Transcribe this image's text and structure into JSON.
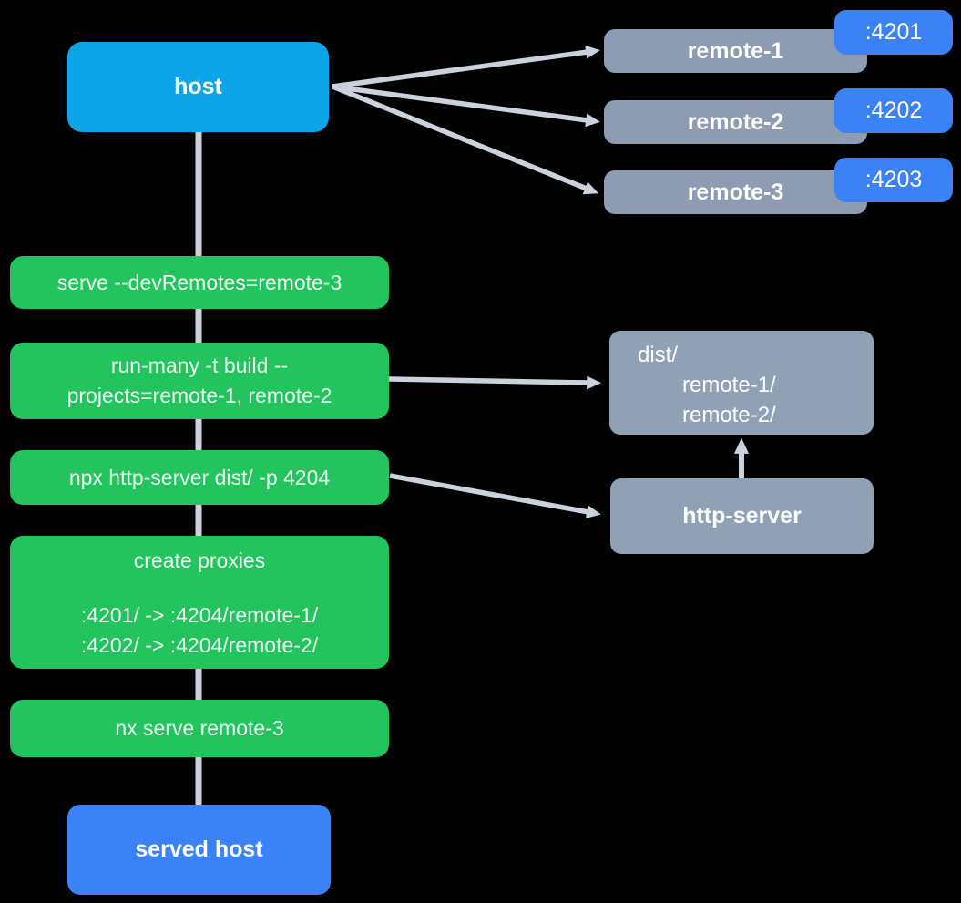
{
  "diagram": {
    "host": {
      "label": "host"
    },
    "remotes": [
      {
        "label": "remote-1",
        "port": ":4201"
      },
      {
        "label": "remote-2",
        "port": ":4202"
      },
      {
        "label": "remote-3",
        "port": ":4203"
      }
    ],
    "steps": {
      "serve": {
        "label": "serve --devRemotes=remote-3"
      },
      "build": {
        "line1": "run-many -t build --",
        "line2": "projects=remote-1, remote-2"
      },
      "http": {
        "label": "npx http-server dist/ -p 4204"
      },
      "proxies": {
        "title": "create proxies",
        "rule1": ":4201/ -> :4204/remote-1/",
        "rule2": ":4202/ -> :4204/remote-2/"
      },
      "serve_remote3": {
        "label": "nx serve remote-3"
      }
    },
    "dist": {
      "title": "dist/",
      "entry1": "remote-1/",
      "entry2": "remote-2/"
    },
    "http_server": {
      "label": "http-server"
    },
    "served_host": {
      "label": "served host"
    },
    "colors": {
      "host_cyan": "#0ca6e8",
      "accent_blue": "#3b82f6",
      "step_green": "#23c35e",
      "node_gray": "#90a0b5",
      "connector_gray": "#cbd2de"
    }
  }
}
